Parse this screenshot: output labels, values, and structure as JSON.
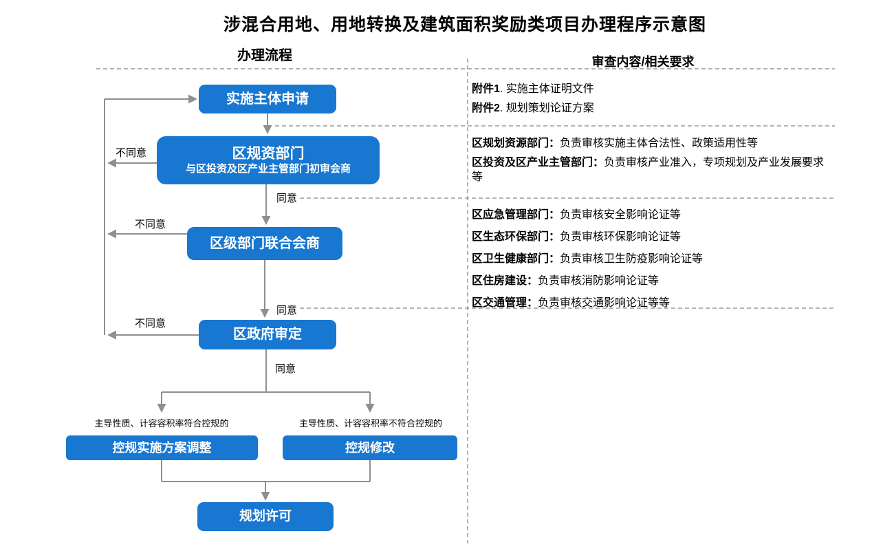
{
  "title": "涉混合用地、用地转换及建筑面积奖励类项目办理程序示意图",
  "columns": {
    "left_header": "办理流程",
    "right_header": "审查内容/相关要求"
  },
  "flow": {
    "box1": "实施主体申请",
    "box2_line1": "区规资部门",
    "box2_line2": "与区投资及区产业主管部门初审会商",
    "box3": "区级部门联合会商",
    "box4": "区政府审定",
    "box5a": "控规实施方案调整",
    "box5b": "控规修改",
    "box6": "规划许可",
    "agree": "同意",
    "disagree": "不同意",
    "branch_left_label": "主导性质、计容容积率符合控规的",
    "branch_right_label": "主导性质、计容容积率不符合控规的"
  },
  "review": {
    "attachments": [
      {
        "name": "附件1",
        "text": ". 实施主体证明文件"
      },
      {
        "name": "附件2",
        "text": ". 规划策划论证方案"
      }
    ],
    "section2": [
      {
        "name": "区规划资源部门：",
        "text": "负责审核实施主体合法性、政策适用性等"
      },
      {
        "name": "区投资及区产业主管部门：",
        "text": "负责审核产业准入，专项规划及产业发展要求等"
      }
    ],
    "section3": [
      {
        "name": "区应急管理部门：",
        "text": "负责审核安全影响论证等"
      },
      {
        "name": "区生态环保部门：",
        "text": "负责审核环保影响论证等"
      },
      {
        "name": "区卫生健康部门：",
        "text": "负责审核卫生防疫影响论证等"
      },
      {
        "name": "区住房建设：",
        "text": "负责审核消防影响论证等"
      },
      {
        "name": "区交通管理：",
        "text": "负责审核交通影响论证等等"
      }
    ]
  },
  "colors": {
    "box_blue": "#1877d1",
    "line_gray": "#8f8f8f",
    "dash_gray": "#9a9a9a"
  }
}
